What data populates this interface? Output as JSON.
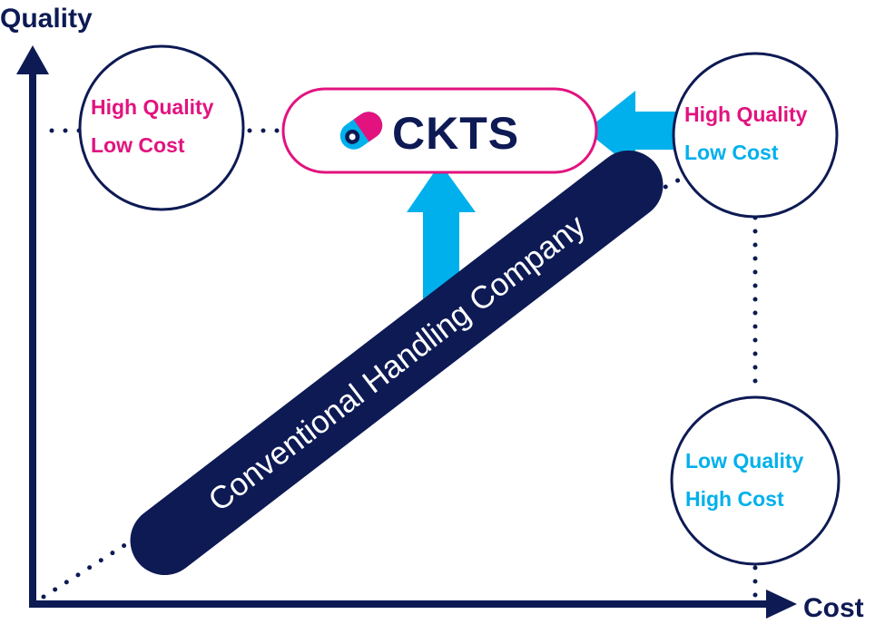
{
  "axes": {
    "y_label": "Quality",
    "x_label": "Cost"
  },
  "brand": {
    "name": "CKTS"
  },
  "circles": {
    "top_left": {
      "line1": "High Quality",
      "line2": "Low Cost"
    },
    "top_right": {
      "line1": "High Quality",
      "line2": "Low Cost"
    },
    "bottom_right": {
      "line1": "Low Quality",
      "line2": "High Cost"
    }
  },
  "banner": {
    "label": "Conventional Handling Company"
  },
  "colors": {
    "navy": "#0d1a54",
    "magenta": "#e2137f",
    "cyan": "#00b0ec",
    "white": "#ffffff"
  }
}
